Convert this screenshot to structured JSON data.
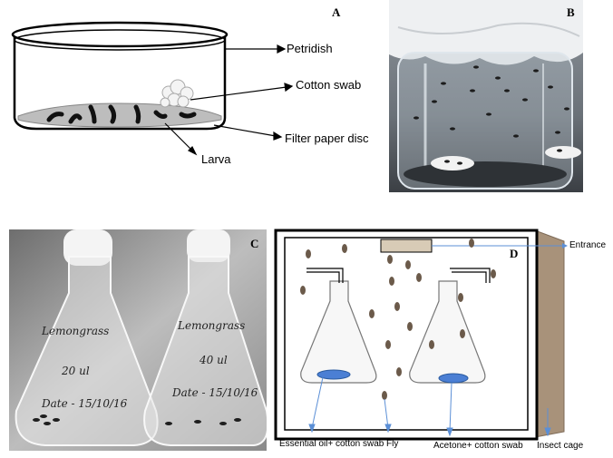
{
  "panel_a": {
    "letter": "A",
    "labels": {
      "petridish": "Petridish",
      "cotton_swab": "Cotton swab",
      "filter_paper": "Filter paper disc",
      "larva": "Larva"
    }
  },
  "panel_b": {
    "letter": "B"
  },
  "panel_c": {
    "letter": "C",
    "flask_left": {
      "line1": "Lemongrass",
      "line2": "20 ul",
      "line3": "Date - 15/10/16"
    },
    "flask_right": {
      "line1": "Lemongrass",
      "line2": "40 ul",
      "line3": "Date - 15/10/16"
    }
  },
  "panel_d": {
    "letter": "D",
    "labels": {
      "entrance": "Entrance",
      "essential_oil": "Essential oil+ cotton swab",
      "fly": "Fly",
      "acetone": "Acetone+ cotton swab",
      "insect_cage": "Insect cage"
    },
    "colors": {
      "arrow": "#5b8fd6",
      "swab_blue": "#4b7fd4",
      "cage_side": "#a8927a"
    }
  }
}
